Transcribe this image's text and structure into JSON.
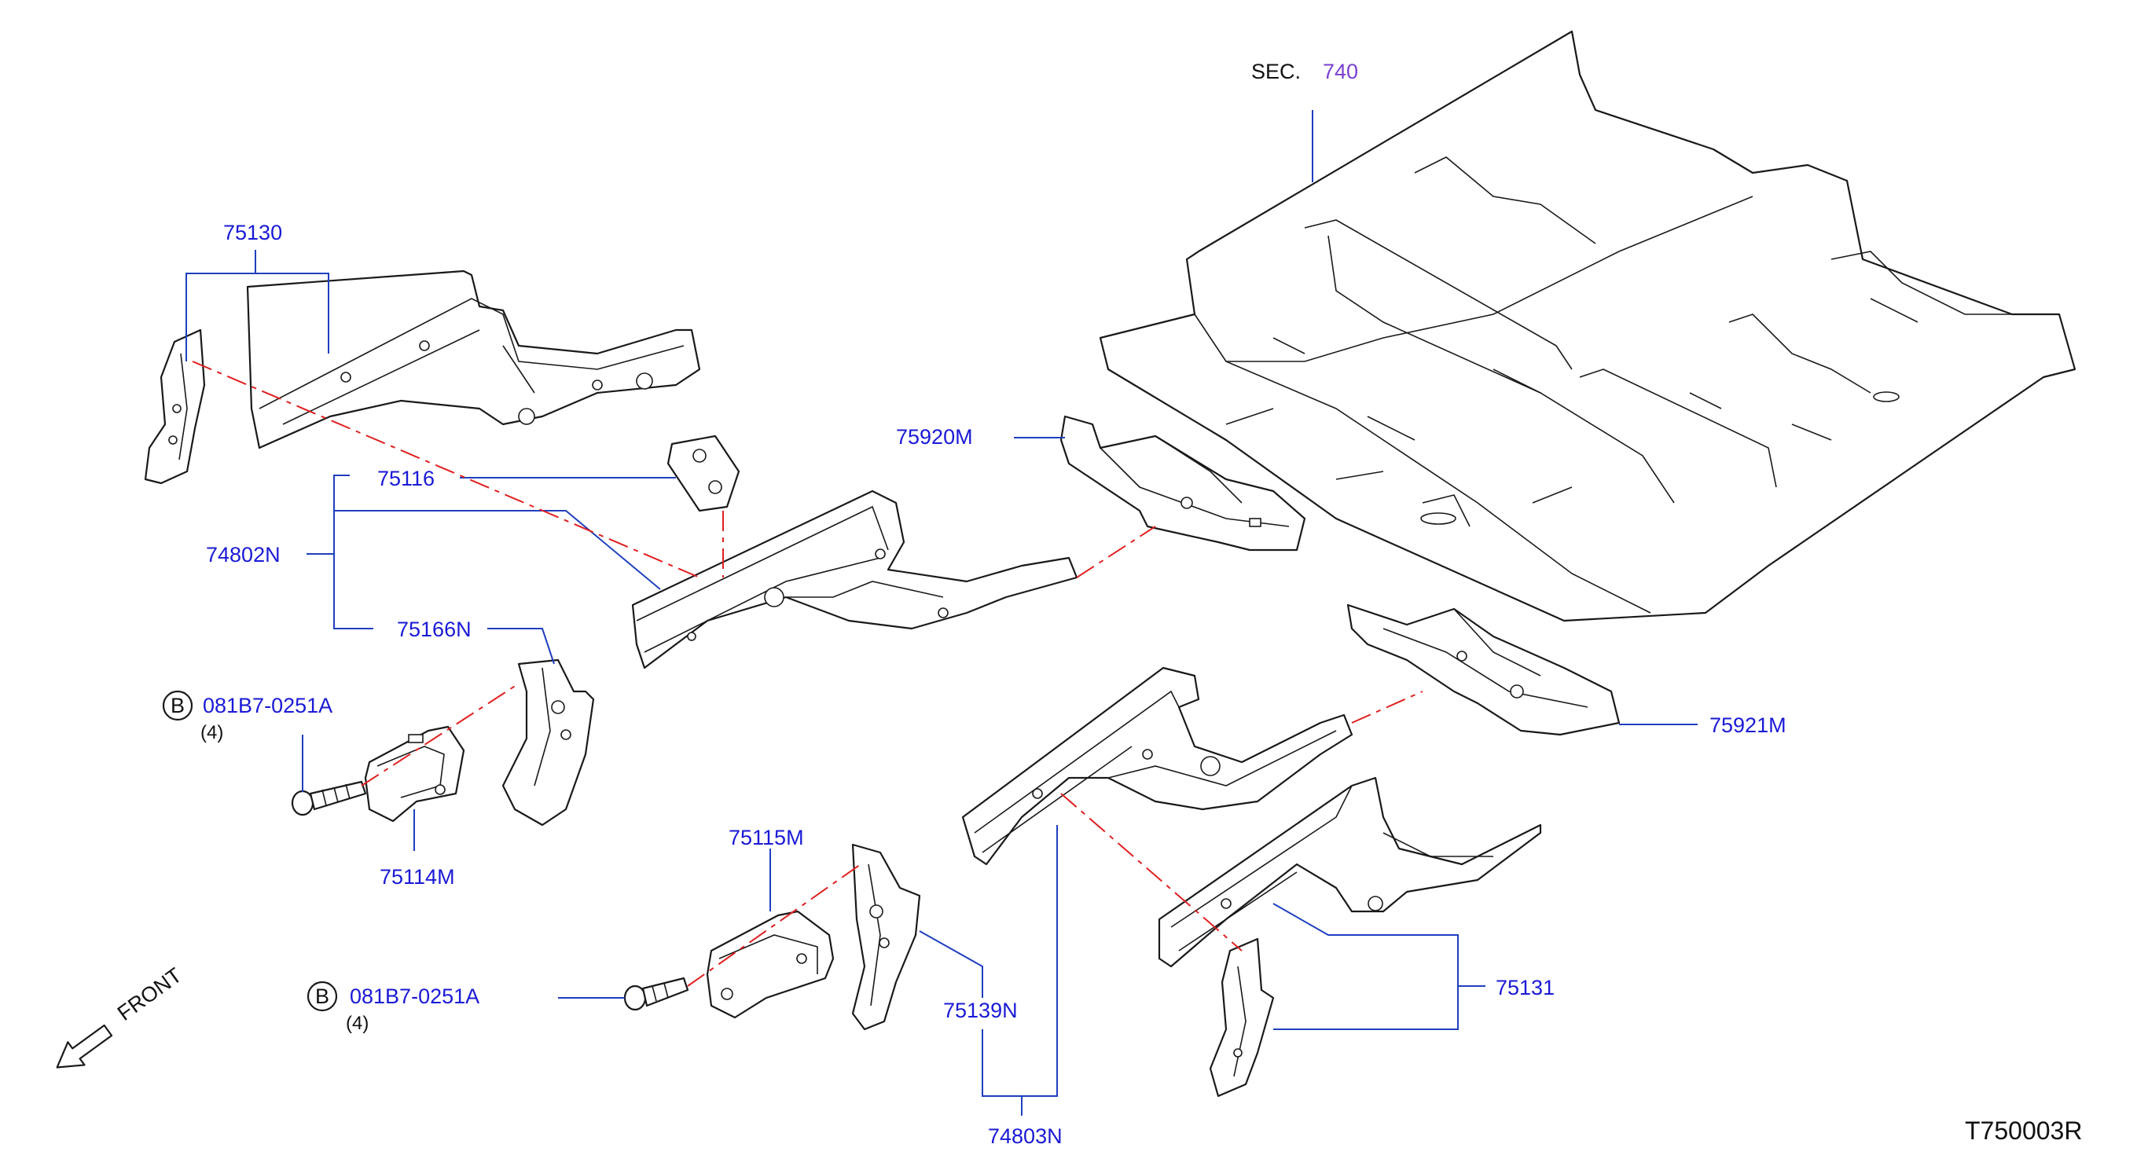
{
  "section_ref": {
    "prefix": "SEC.",
    "number": "740"
  },
  "labels": {
    "p75130": "75130",
    "p75116": "75116",
    "p74802N": "74802N",
    "p75166N": "75166N",
    "p75920M": "75920M",
    "p75921M": "75921M",
    "p75114M": "75114M",
    "p75115M": "75115M",
    "p75139N": "75139N",
    "p75131": "75131",
    "p74803N": "74803N"
  },
  "bolts": [
    {
      "badge": "B",
      "part": "081B7-0251A",
      "qty": "(4)"
    },
    {
      "badge": "B",
      "part": "081B7-0251A",
      "qty": "(4)"
    }
  ],
  "direction": {
    "text": "FRONT"
  },
  "diagram_code": "T750003R",
  "colors": {
    "label": "#1a1ad6",
    "leader": "#1f3fbf",
    "section": "#7a3fd0",
    "centerline": "#e02020",
    "outline": "#1a1a1a"
  }
}
